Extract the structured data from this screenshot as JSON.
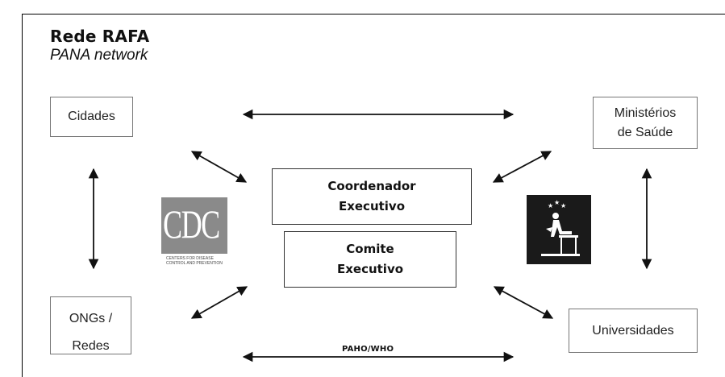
{
  "title": "Rede RAFA",
  "subtitle": "PANA network",
  "nodes": {
    "cidades": "Cidades",
    "ministerios": "Ministérios\nde Saúde",
    "ongs": "ONGs /\nRedes",
    "universidades": "Universidades",
    "coordenador": "Coordenador\nExecutivo",
    "comite": "Comite\nExecutivo"
  },
  "bottom_label": "PAHO/WHO",
  "logos": {
    "cdc_letters": "CDC",
    "cdc_caption": "CENTERS FOR DISEASE\nCONTROL AND PREVENTION",
    "right_logo": "person-on-stepper-logo"
  }
}
